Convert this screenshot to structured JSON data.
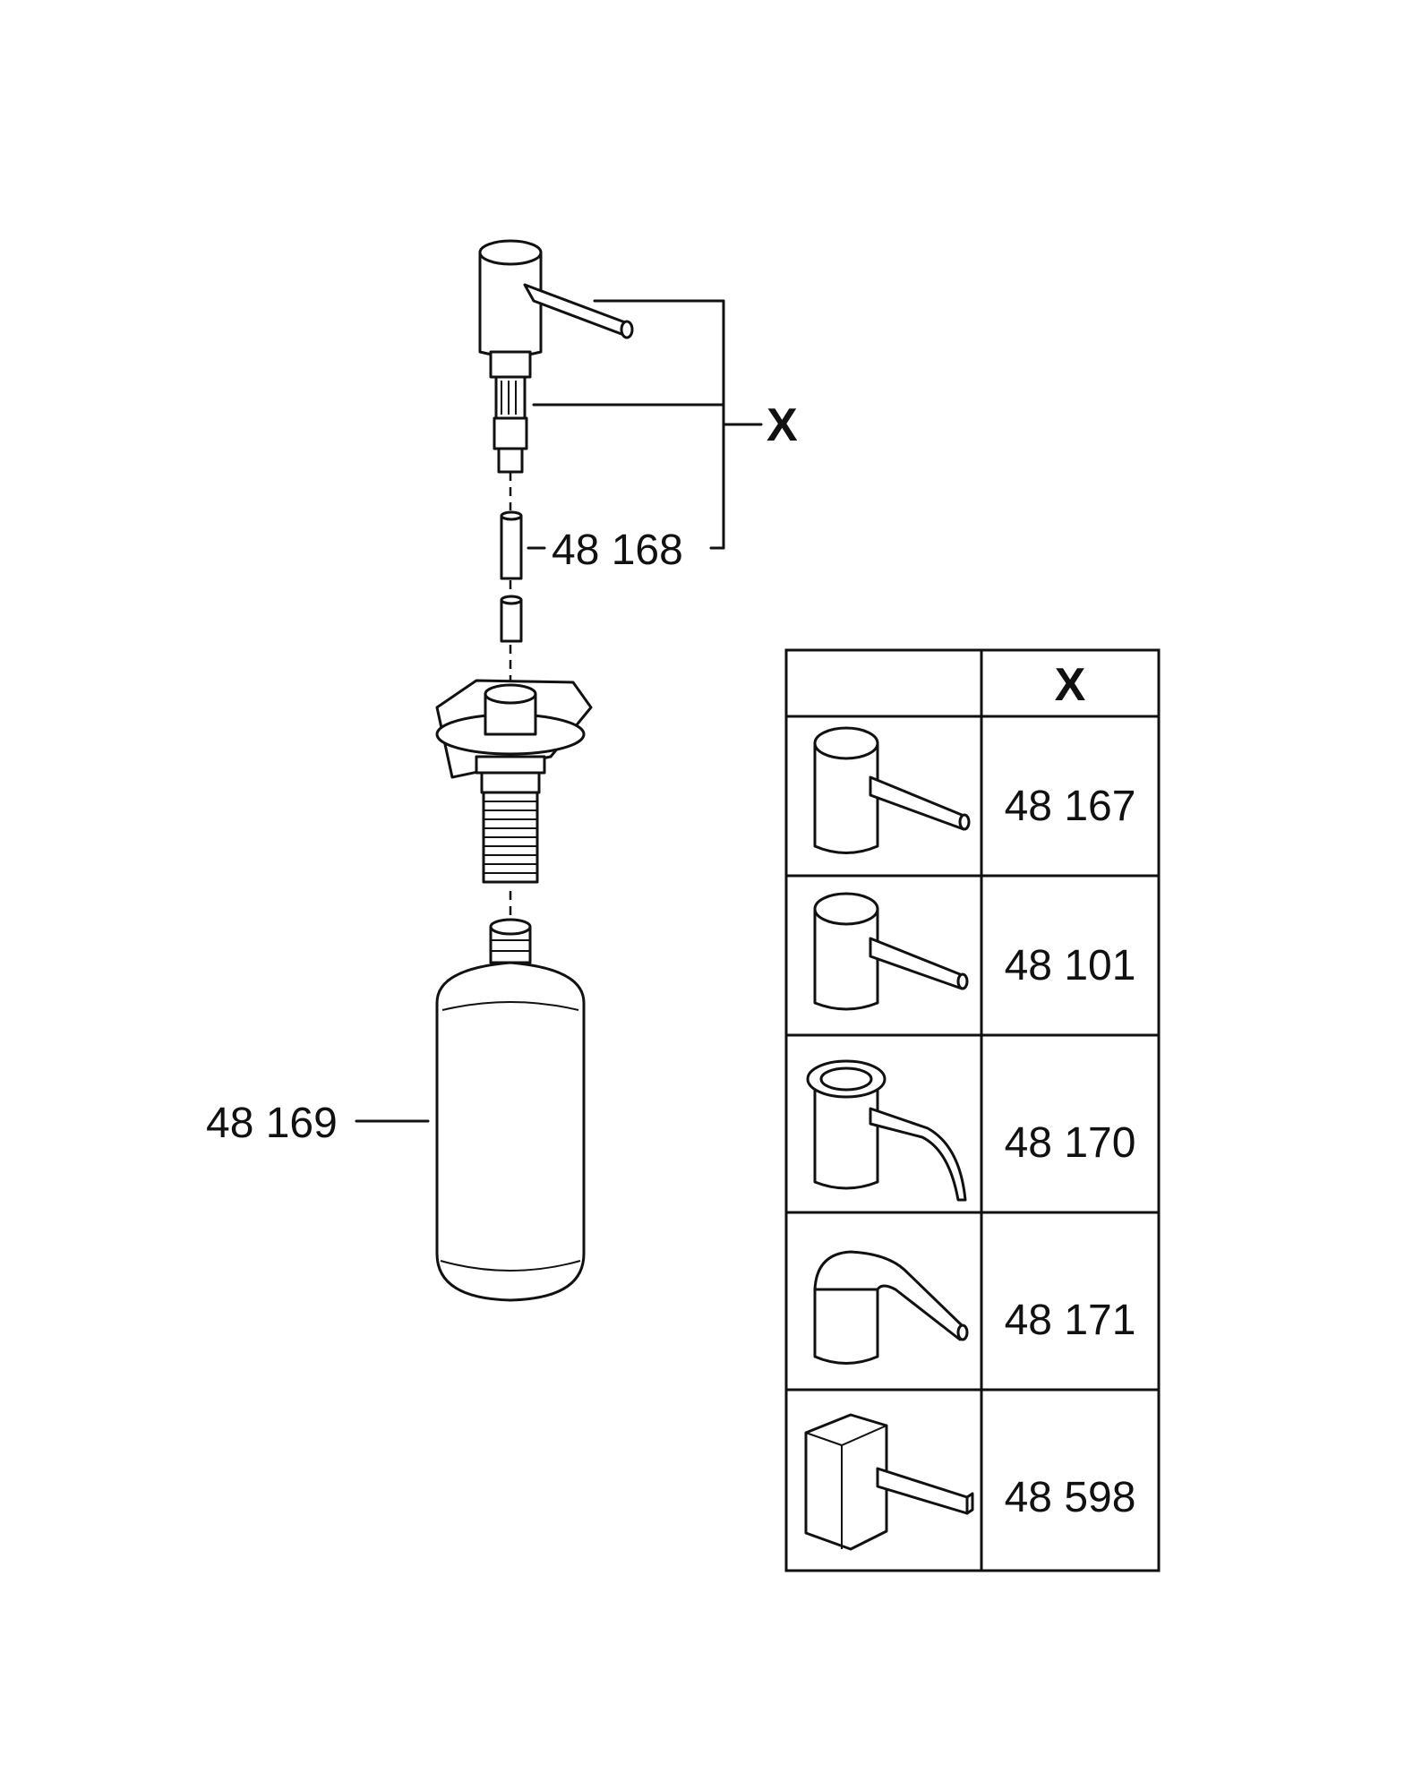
{
  "callouts": {
    "kit_label": "X",
    "tube_number": "48 168",
    "bottle_number": "48 169"
  },
  "variants_table": {
    "header_variant": "",
    "header_number": "X",
    "rows": [
      {
        "number": "48 167",
        "icon": "round-head-straight-spout-icon"
      },
      {
        "number": "48 101",
        "icon": "short-round-head-straight-spout-icon"
      },
      {
        "number": "48 170",
        "icon": "curved-spout-open-top-icon"
      },
      {
        "number": "48 171",
        "icon": "swept-lever-spout-icon"
      },
      {
        "number": "48 598",
        "icon": "square-head-square-spout-icon"
      }
    ]
  }
}
